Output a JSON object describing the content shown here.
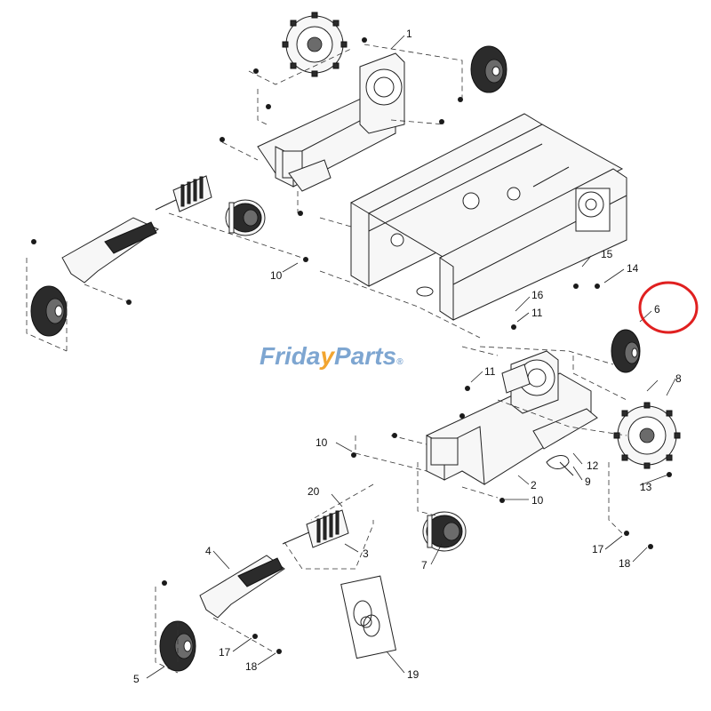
{
  "callouts": {
    "c1": "1",
    "c2": "2",
    "c3": "3",
    "c4": "4",
    "c5": "5",
    "c6": "6",
    "c7": "7",
    "c8": "8",
    "c9": "9",
    "c10a": "10",
    "c10b": "10",
    "c10c": "10",
    "c11a": "11",
    "c11b": "11",
    "c12": "12",
    "c13": "13",
    "c14": "14",
    "c15": "15",
    "c16": "16",
    "c17a": "17",
    "c17b": "17",
    "c18a": "18",
    "c18b": "18",
    "c19": "19",
    "c20": "20"
  },
  "watermark": {
    "part1": "Frida",
    "part2": "y",
    "part3": "Parts",
    "reg": "®"
  },
  "colors": {
    "highlight_circle": "#e02020",
    "watermark_blue": "#7ea6d1",
    "watermark_orange": "#f2a530"
  }
}
